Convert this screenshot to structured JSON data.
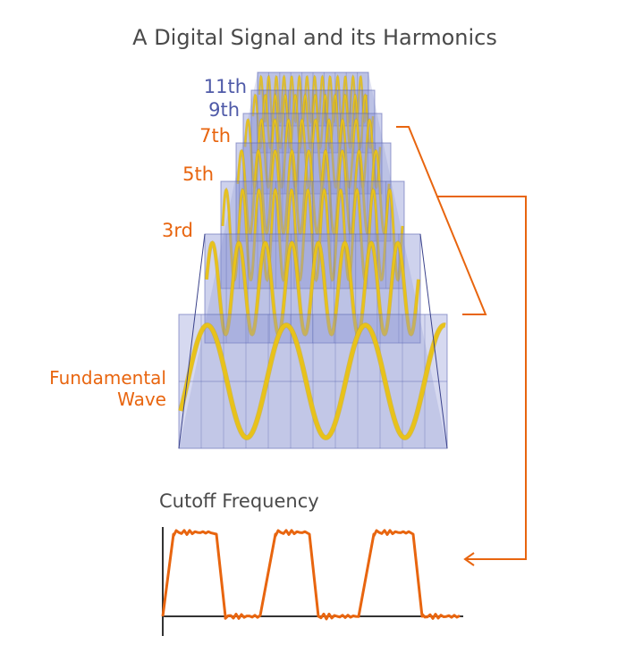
{
  "title": "A Digital Signal and its Harmonics",
  "harmonics": [
    {
      "label": "11th",
      "color": "#4f5aa8"
    },
    {
      "label": "9th",
      "color": "#4f5aa8"
    },
    {
      "label": "7th",
      "color": "#e8650f"
    },
    {
      "label": "5th",
      "color": "#e8650f"
    },
    {
      "label": "3rd",
      "color": "#e8650f"
    }
  ],
  "fundamental": {
    "line1": "Fundamental",
    "line2": "Wave"
  },
  "cutoff_label": "Cutoff Frequency",
  "colors": {
    "wave": "#e8c21a",
    "wave_edge": "#c9a400",
    "accent": "#e8650f",
    "panel_fill": "#8a93d4",
    "panel_stroke": "#5a64b0",
    "text": "#4a4a4a"
  }
}
